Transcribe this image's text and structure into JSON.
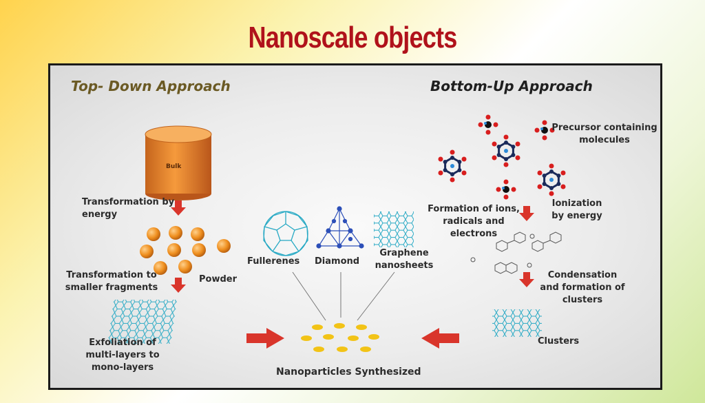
{
  "title": "Nanoscale objects",
  "top_down": {
    "heading": "Top- Down Approach",
    "bulk_label": "Bulk",
    "step1": "Transformation by energy",
    "powder": "Powder",
    "step2": "Transformation to smaller fragments",
    "step3": "Exfoliation of multi-layers to mono-layers"
  },
  "center": {
    "fullerenes": "Fullerenes",
    "diamond": "Diamond",
    "graphene": "Graphene nanosheets",
    "result": "Nanoparticles Synthesized"
  },
  "bottom_up": {
    "heading": "Bottom-Up Approach",
    "precursor": "Precursor containing molecules",
    "ionization": "Ionization by energy",
    "ions": "Formation of ions, radicals and electrons",
    "condensation": "Condensation and formation of clusters",
    "clusters": "Clusters"
  },
  "colors": {
    "title": "#b0121b",
    "heading_left": "#6b5a24",
    "heading_right": "#1f1f1f",
    "arrow": "#d9352b",
    "sphere": "#ef8f1f",
    "particle": "#f2c316",
    "net": "#27a9c4"
  }
}
